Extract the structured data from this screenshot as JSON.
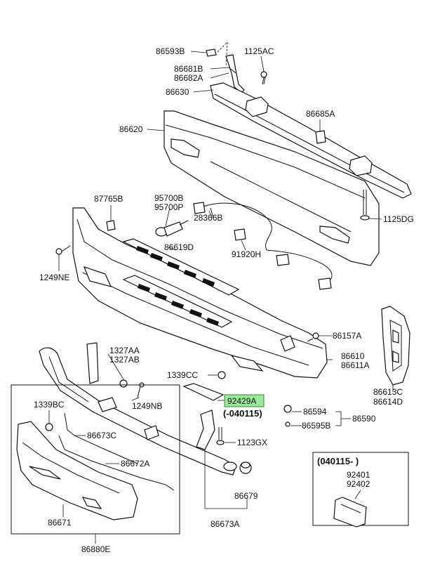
{
  "colors": {
    "highlight": "#9be89b",
    "highlight_border": "#2e8b2e",
    "ink": "#111111"
  },
  "labels": {
    "p86593B": "86593B",
    "p1125AC": "1125AC",
    "p86681B": "86681B",
    "p86682A": "86682A",
    "p86630": "86630",
    "p86685A": "86685A",
    "p86620": "86620",
    "p87765B": "87765B",
    "p95700B": "95700B",
    "p95700P": "95700P",
    "p28366B": "28366B",
    "p86619D": "86619D",
    "p91920H": "91920H",
    "p1125DG": "1125DG",
    "p1249NE": "1249NE",
    "p86157A": "86157A",
    "p86610": "86610",
    "p86611A": "86611A",
    "p1327AA": "1327AA",
    "p1327AB": "1327AB",
    "p1249NB": "1249NB",
    "p1339CC": "1339CC",
    "p92429A": "92429A",
    "p040115end": "(-040115)",
    "p86594": "86594",
    "p86595B": "86595B",
    "p86590": "86590",
    "p86613C": "86613C",
    "p86614D": "86614D",
    "p1339BC": "1339BC",
    "p86673C": "86673C",
    "p86672A": "86672A",
    "p1123GX": "1123GX",
    "p86671": "86671",
    "p86679": "86679",
    "p86673A": "86673A",
    "p86880E": "86880E",
    "p040115start": "(040115- )",
    "p92401": "92401",
    "p92402": "92402"
  }
}
